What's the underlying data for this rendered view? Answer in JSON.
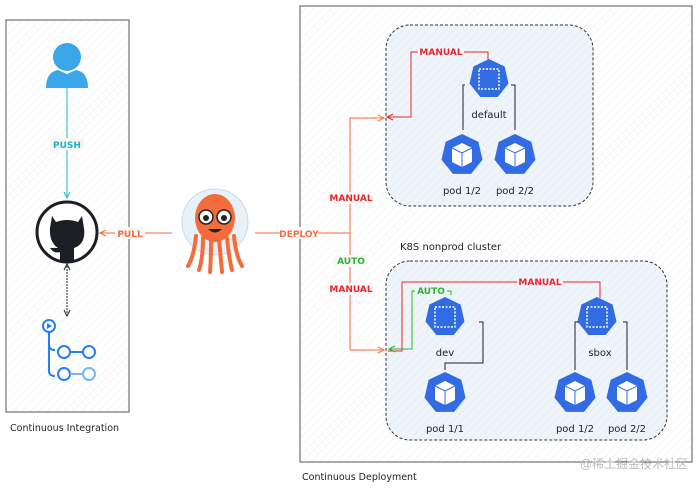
{
  "ci": {
    "title": "Continuous Integration",
    "push_label": "PUSH"
  },
  "argo": {
    "pull_label": "PULL",
    "deploy_label": "DEPLOY",
    "manual_label_1": "MANUAL",
    "auto_label": "AUTO",
    "manual_label_2": "MANUAL"
  },
  "cd": {
    "title": "Continuous Deployment",
    "cluster_label": "K8S nonprod cluster",
    "default_ns": {
      "name": "default",
      "sync_label": "MANUAL",
      "pods": [
        "pod 1/2",
        "pod 2/2"
      ]
    },
    "dev_ns": {
      "name": "dev",
      "sync_label": "AUTO",
      "pods": [
        "pod 1/1"
      ]
    },
    "sbox_ns": {
      "name": "sbox",
      "sync_label": "MANUAL",
      "pods": [
        "pod 1/2",
        "pod 2/2"
      ]
    }
  },
  "watermark": "@稀土掘金技术社区",
  "colors": {
    "k8s_blue": "#326ce5",
    "manual_red": "#e8262a",
    "auto_green": "#2db52d",
    "argo_orange": "#f26c3c",
    "push_teal": "#1fb5c0",
    "user_blue": "#3aa8e8"
  },
  "icons": [
    "user-icon",
    "github-icon",
    "github-actions-icon",
    "argo-cd-icon",
    "k8s-namespace-icon",
    "k8s-pod-icon"
  ]
}
